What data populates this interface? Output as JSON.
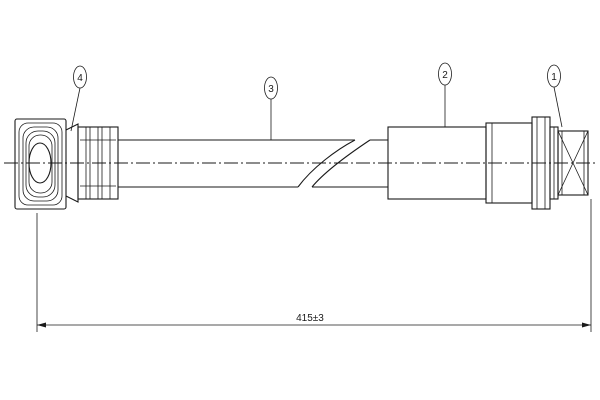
{
  "callouts": [
    {
      "id": "4",
      "label": "4"
    },
    {
      "id": "3",
      "label": "3"
    },
    {
      "id": "2",
      "label": "2"
    },
    {
      "id": "1",
      "label": "1"
    }
  ],
  "dimension": {
    "text": "415±3"
  },
  "colors": {
    "line": "#1a1a1a",
    "background": "#ffffff"
  }
}
